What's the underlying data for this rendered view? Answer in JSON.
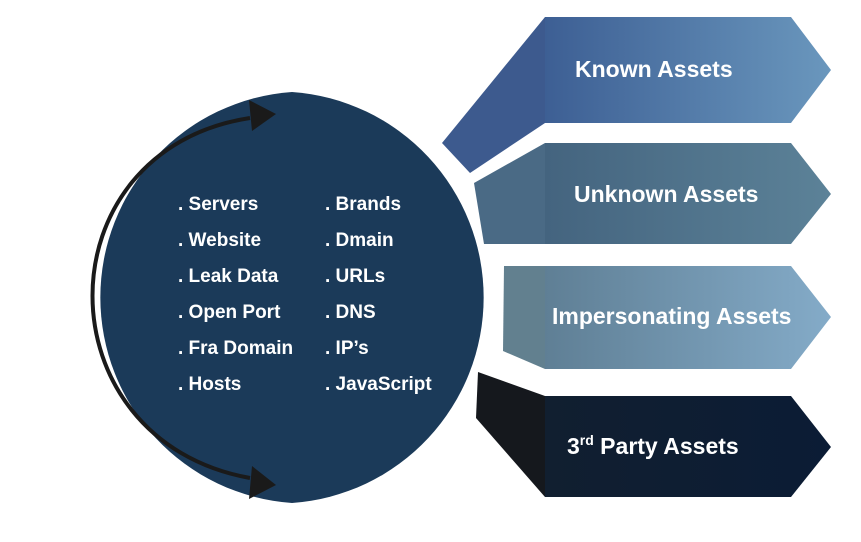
{
  "circle": {
    "left_items": [
      ". Servers",
      ". Website",
      ". Leak Data",
      ". Open Port",
      ". Fra Domain",
      ". Hosts"
    ],
    "right_items": [
      ". Brands",
      ". Dmain",
      ". URLs",
      ". DNS",
      ". IP’s",
      ". JavaScript"
    ]
  },
  "banners": [
    {
      "label": "Known Assets",
      "color_left": "#3d5f94",
      "color_right": "#6a97bd"
    },
    {
      "label": "Unknown Assets",
      "color_left": "#44647f",
      "color_right": "#5c8298"
    },
    {
      "label": "Impersonating Assets",
      "color_left": "#5f7f95",
      "color_right": "#84abc8"
    },
    {
      "label_main": "3",
      "label_sup": "rd",
      "label_rest": " Party Assets",
      "color_left": "#111f30",
      "color_right": "#0b1c35"
    }
  ],
  "colors": {
    "circle": "#1b3a59",
    "arrow": "#1a1a1a"
  }
}
